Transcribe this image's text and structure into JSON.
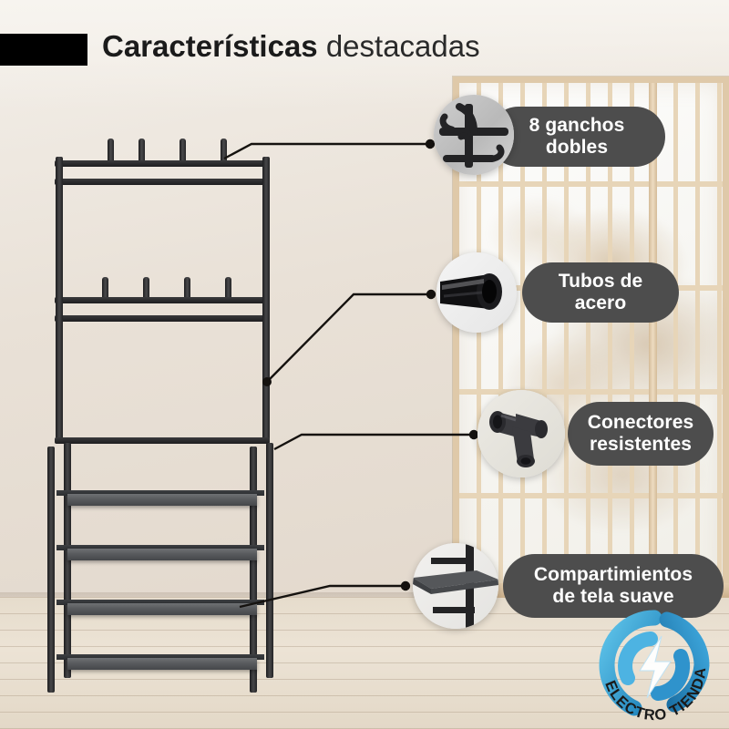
{
  "header": {
    "title_bold": "Características",
    "title_regular": " destacadas",
    "accent_block_color": "#000000"
  },
  "scene": {
    "wall_color": "#e9e1d7",
    "floor_color": "#e6dccc",
    "window_frame_color": "#dfc9a9",
    "product_color": "#2b2b2d",
    "shelf_color": "#5a5c5f"
  },
  "callouts": [
    {
      "id": "hooks",
      "label": "8 ganchos\ndobles",
      "line1": "8 ganchos",
      "line2": "dobles",
      "thumb_icon": "double-hooks-photo",
      "pill_color": "#4d4d4d"
    },
    {
      "id": "steel-tubes",
      "label": "Tubos de\nacero",
      "line1": "Tubos de",
      "line2": "acero",
      "thumb_icon": "steel-tube-photo",
      "pill_color": "#4d4d4d"
    },
    {
      "id": "connectors",
      "label": "Conectores\nresistentes",
      "line1": "Conectores",
      "line2": "resistentes",
      "thumb_icon": "tee-connector-photo",
      "pill_color": "#4d4d4d"
    },
    {
      "id": "fabric-shelves",
      "label": "Compartimientos\nde tela suave",
      "line1": "Compartimientos",
      "line2": "de tela suave",
      "thumb_icon": "fabric-shelf-photo",
      "pill_color": "#4d4d4d"
    }
  ],
  "product": {
    "name": "clothes-rack-with-shoe-shelves",
    "top_hook_count": 4,
    "mid_hook_count": 4,
    "shelf_count": 4
  },
  "logo": {
    "brand_line1": "ELECTRO",
    "brand_line2": "TIENDA",
    "brand_full": "ELECTRO TIENDA",
    "color_primary": "#2f9fd8",
    "color_secondary": "#1d7fb8",
    "color_text": "#1a1a1a"
  }
}
